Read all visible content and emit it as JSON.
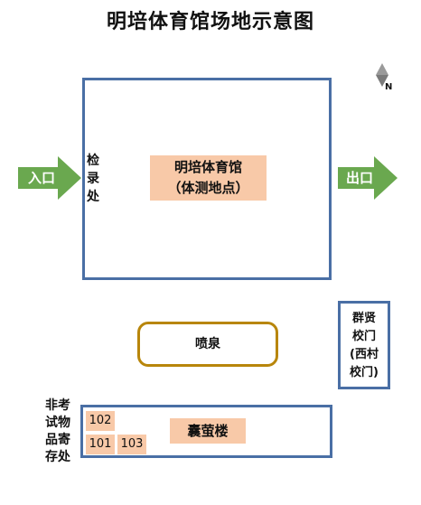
{
  "title": "明培体育馆场地示意图",
  "compass": {
    "label": "N"
  },
  "stadium": {
    "name": "明培体育馆",
    "note": "（体测地点）"
  },
  "checkin": {
    "chars": [
      "检",
      "录",
      "处"
    ]
  },
  "entrance": {
    "label": "入口",
    "color": "#6aa84f"
  },
  "exit": {
    "label": "出口",
    "color": "#6aa84f"
  },
  "fountain": {
    "label": "喷泉"
  },
  "west_gate": {
    "lines": [
      "群贤",
      "校门",
      "(西村",
      "校门)"
    ]
  },
  "building": {
    "name": "囊萤楼",
    "rooms": [
      "102",
      "101",
      "103"
    ]
  },
  "storage": {
    "lines": [
      "非考",
      "试物",
      "品寄",
      "存处"
    ]
  },
  "colors": {
    "box_border": "#4a6fa5",
    "label_fill": "#f8c9a8",
    "fountain_border": "#b8860b",
    "arrow": "#6aa84f",
    "compass": "#8c8c8c"
  }
}
